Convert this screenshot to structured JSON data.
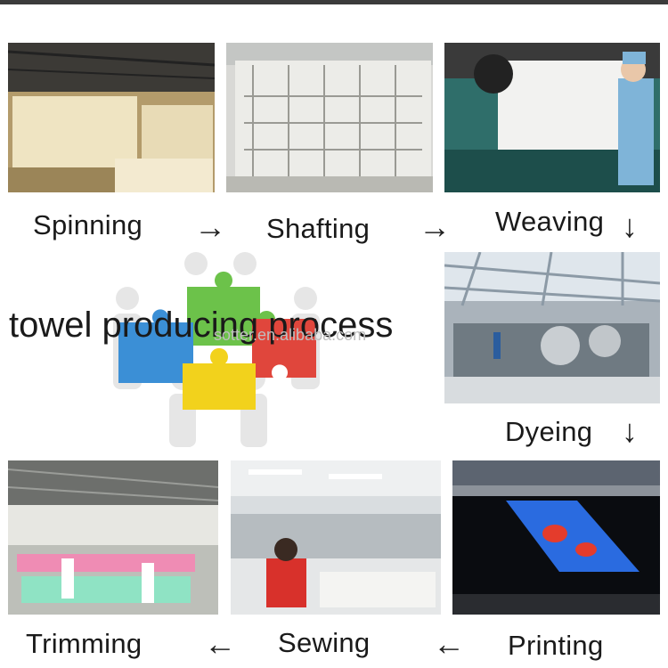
{
  "title": "towel producing process",
  "watermark": "sotter.en.alibaba.com",
  "steps": [
    {
      "label": "Spinning"
    },
    {
      "label": "Shafting"
    },
    {
      "label": "Weaving"
    },
    {
      "label": "Dyeing"
    },
    {
      "label": "Printing"
    },
    {
      "label": "Sewing"
    },
    {
      "label": "Trimming"
    }
  ],
  "arrows": {
    "right": "→",
    "down": "↓",
    "left": "←"
  },
  "colors": {
    "puzzle_green": "#6cc24a",
    "puzzle_blue": "#3b8fd6",
    "puzzle_red": "#e0463c",
    "puzzle_yellow": "#f2d21c"
  }
}
